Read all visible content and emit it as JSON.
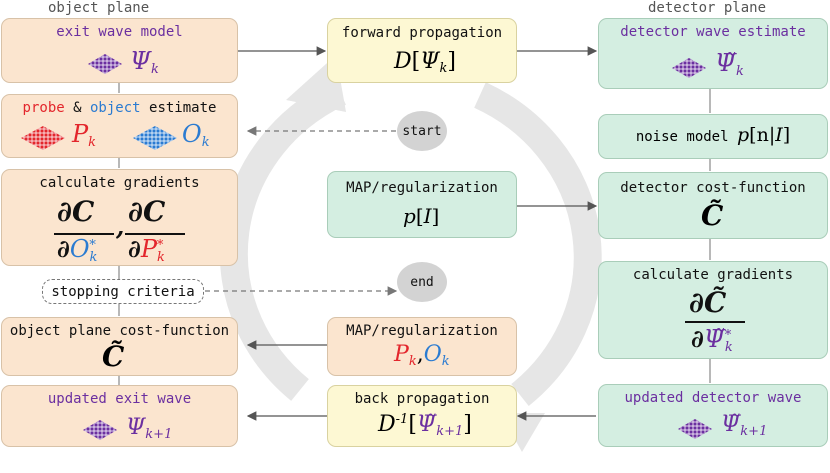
{
  "headers": {
    "left": "object plane",
    "right": "detector plane"
  },
  "left": {
    "exit_wave_model": {
      "title": "exit wave model",
      "symbol": "Ψ",
      "sub": "k"
    },
    "estimate": {
      "probe": "probe",
      "amp": "&",
      "object": "object",
      "tail": "estimate",
      "P": "P",
      "P_sub": "k",
      "O": "O",
      "O_sub": "k"
    },
    "gradients": {
      "title": "calculate gradients",
      "num": "∂C",
      "den1": "∂",
      "den1_sym": "O",
      "den1_sub": "k",
      "den1_sup": "*",
      "comma": ",",
      "den2": "∂",
      "den2_sym": "P",
      "den2_sub": "k",
      "den2_sup": "*"
    },
    "stopping": "stopping criteria",
    "cost": {
      "title": "object plane cost-function",
      "symbol": "C̃"
    },
    "updated": {
      "title": "updated exit wave",
      "symbol": "Ψ",
      "sub": "k+1"
    }
  },
  "middle": {
    "forward": {
      "title": "forward propagation",
      "D": "D",
      "lb": "[",
      "psi": "Ψ",
      "sub": "k",
      "rb": "]"
    },
    "start": "start",
    "map_top": {
      "title": "MAP/regularization",
      "p": "p",
      "lb": "[",
      "I": "I",
      "rb": "]"
    },
    "end": "end",
    "map_bottom": {
      "title": "MAP/regularization",
      "P": "P",
      "P_sub": "k",
      "comma": ",",
      "O": "O",
      "O_sub": "k"
    },
    "back": {
      "title": "back propagation",
      "D": "D",
      "sup": "-1",
      "lb": "[",
      "psi": "Ψ̃",
      "sub": "k+1",
      "rb": "]"
    }
  },
  "right": {
    "detector_wave": {
      "title": "detector wave estimate",
      "symbol": "Ψ̃",
      "sub": "k"
    },
    "noise": {
      "title": "noise model",
      "p": "p",
      "lb": "[",
      "n": "n",
      "bar": "|",
      "I": "I",
      "rb": "]"
    },
    "cost": {
      "title": "detector cost-function",
      "symbol": "C̃"
    },
    "gradients": {
      "title": "calculate gradients",
      "num": "∂C̃",
      "den": "∂",
      "den_sym": "Ψ̃",
      "den_sub": "k",
      "den_sup": "*"
    },
    "updated": {
      "title": "updated detector wave",
      "symbol": "Ψ̃",
      "sub": "k+1"
    }
  },
  "colors": {
    "purple": "#6b2fa0",
    "red": "#e3262c",
    "blue": "#2b7bd1",
    "peach": "#fbe5cf",
    "green": "#d4eee1",
    "yellow": "#fdf8d3",
    "cycle": "#e6e6e6"
  }
}
